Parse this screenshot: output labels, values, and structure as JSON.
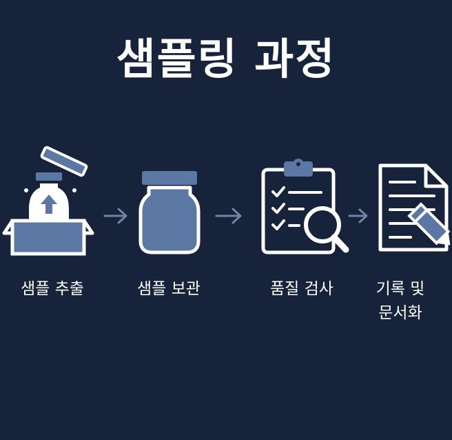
{
  "title": "샘플링 과정",
  "steps": [
    {
      "label": "샘플 추출",
      "icon": "box-with-bottle-icon"
    },
    {
      "label": "샘플 보관",
      "icon": "jar-icon"
    },
    {
      "label": "품질 검사",
      "icon": "clipboard-magnifier-icon"
    },
    {
      "label": "기록 및\n문서화",
      "icon": "document-pencil-icon"
    }
  ],
  "colors": {
    "background": "#16233a",
    "accent": "#5b77a3",
    "line": "#ffffff",
    "arrow": "#6f84a6"
  }
}
